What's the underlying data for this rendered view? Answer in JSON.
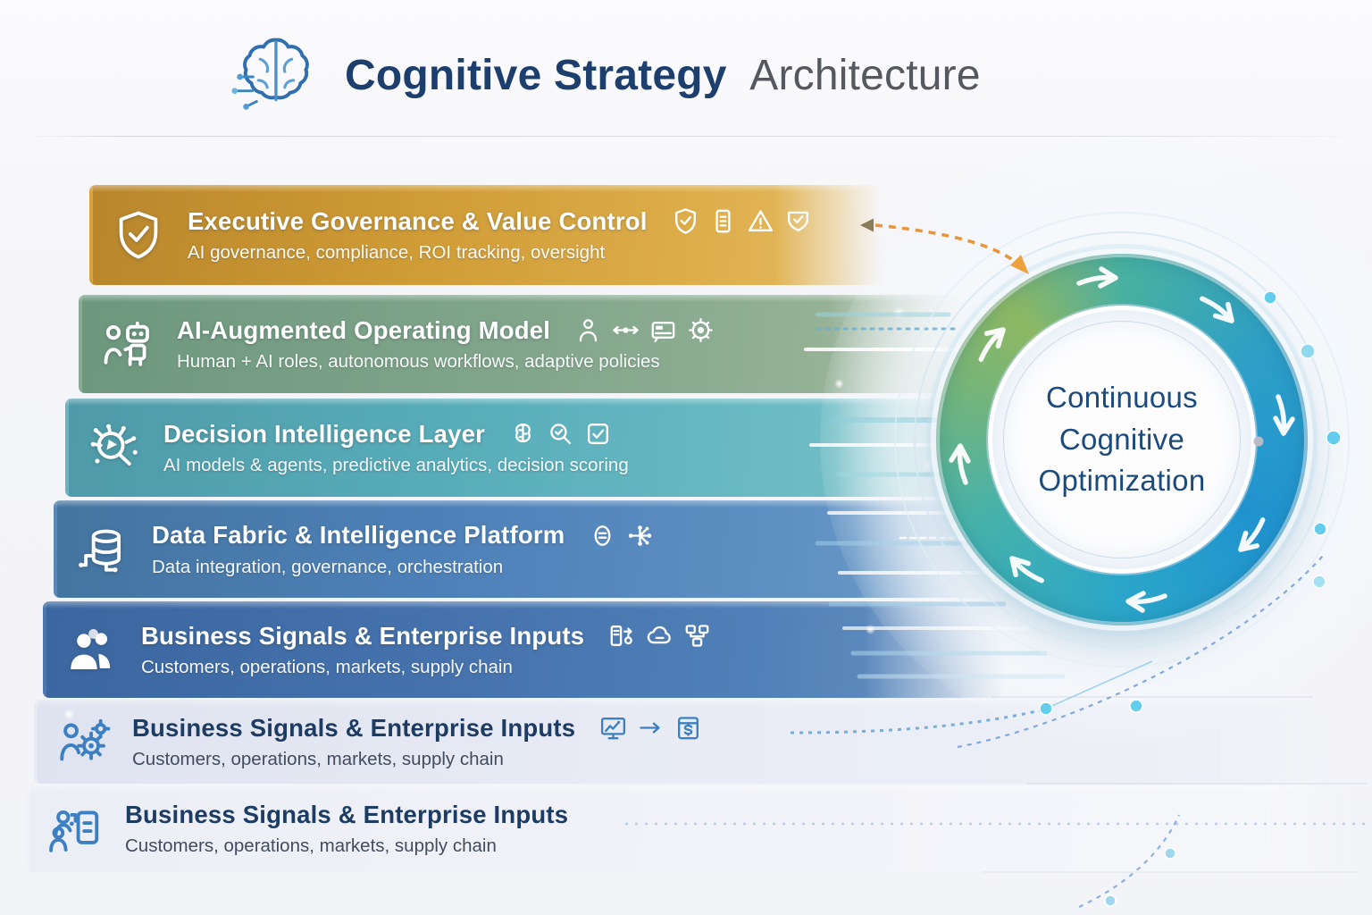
{
  "header": {
    "title_strong": "Cognitive Strategy",
    "title_light": "Architecture",
    "logo_icon": "brain-circuit-icon"
  },
  "layers": [
    {
      "title": "Executive Governance & Value Control",
      "subtitle": "AI governance, compliance, ROI tracking, oversight",
      "leading_icon": "shield-check-icon",
      "trailing_icons": [
        "shield-check-icon",
        "document-lines-icon",
        "warning-triangle-icon",
        "shield-flag-icon"
      ],
      "color": "#cf9b35"
    },
    {
      "title": "AI-Augmented Operating Model",
      "subtitle": "Human + AI roles, autonomous workflows, adaptive policies",
      "leading_icon": "human-robot-icon",
      "trailing_icons": [
        "person-icon",
        "workflow-nodes-icon",
        "interface-card-icon",
        "gear-icon"
      ],
      "color": "#7fa48a"
    },
    {
      "title": "Decision Intelligence Layer",
      "subtitle": "AI models & agents, predictive analytics, decision scoring",
      "leading_icon": "magnifier-network-icon",
      "trailing_icons": [
        "brain-icon",
        "magnifier-check-icon",
        "checkbox-icon"
      ],
      "color": "#57acb9"
    },
    {
      "title": "Data Fabric & Intelligence Platform",
      "subtitle": "Data integration, governance, orchestration",
      "leading_icon": "database-circuit-icon",
      "trailing_icons": [
        "data-token-icon",
        "network-graph-icon"
      ],
      "color": "#4d80b8"
    },
    {
      "title": "Business Signals & Enterprise Inputs",
      "subtitle": "Customers, operations, markets, supply chain",
      "leading_icon": "people-group-icon",
      "trailing_icons": [
        "server-sync-icon",
        "cloud-icon",
        "linked-boxes-icon"
      ],
      "color": "#4673ae"
    },
    {
      "title": "Business Signals & Enterprise Inputs",
      "subtitle": "Customers, operations, markets, supply chain",
      "leading_icon": "person-gears-icon",
      "trailing_icons": [
        "monitor-chart-icon",
        "arrow-right-icon",
        "dollar-panel-icon"
      ],
      "color": "#e9ecf5"
    },
    {
      "title": "Business Signals & Enterprise Inputs",
      "subtitle": "Customers, operations, markets, supply chain",
      "leading_icon": "people-document-icon",
      "trailing_icons": [],
      "color": "#f3f4f9"
    }
  ],
  "cycle": {
    "label": "Continuous Cognitive Optimization",
    "line1": "Continuous",
    "line2": "Cognitive",
    "line3": "Optimization"
  },
  "colors": {
    "accent_orange": "#e8963a",
    "title_navy": "#1c3f6e",
    "ring_blue": "#2093cf",
    "ring_green": "#8db863",
    "background": "#f5f5f9"
  }
}
